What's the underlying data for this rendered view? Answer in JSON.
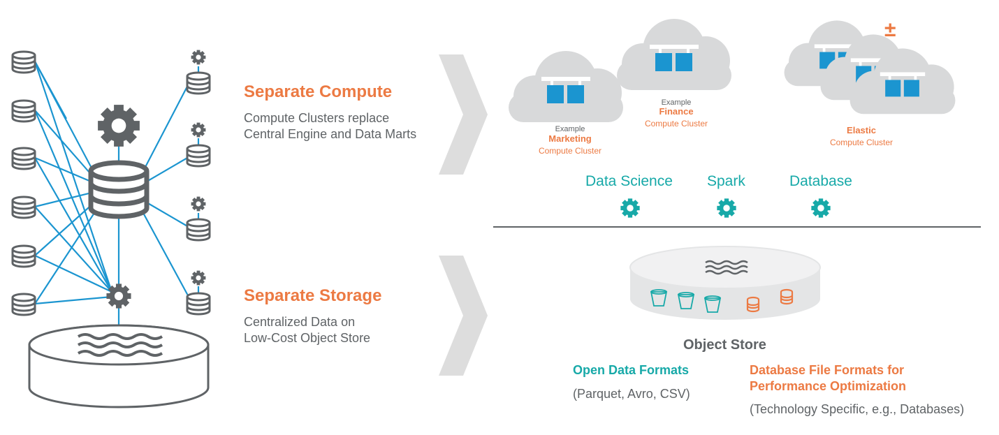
{
  "compute": {
    "title": "Separate Compute",
    "line1": "Compute Clusters replace",
    "line2": "Central Engine and Data Marts"
  },
  "storage": {
    "title": "Separate Storage",
    "line1": "Centralized Data on",
    "line2": "Low-Cost Object Store"
  },
  "clusters": {
    "marketing": {
      "example": "Example",
      "name": "Marketing",
      "sub": "Compute Cluster"
    },
    "finance": {
      "example": "Example",
      "name": "Finance",
      "sub": "Compute Cluster"
    },
    "elastic": {
      "name": "Elastic",
      "sub": "Compute Cluster",
      "symbol": "±"
    }
  },
  "engines": [
    "Data Science",
    "Spark",
    "Database"
  ],
  "object_store": {
    "title": "Object Store",
    "open_formats": {
      "title": "Open Data Formats",
      "detail": "(Parquet, Avro, CSV)"
    },
    "db_formats": {
      "title_line1": "Database File Formats for",
      "title_line2": "Performance Optimization",
      "detail": "(Technology Specific, e.g., Databases)"
    }
  },
  "colors": {
    "orange": "#ec7a43",
    "teal": "#17a9a8",
    "blue": "#1b95d0",
    "gray": "#5f6366",
    "light_gray": "#d8d9da"
  }
}
